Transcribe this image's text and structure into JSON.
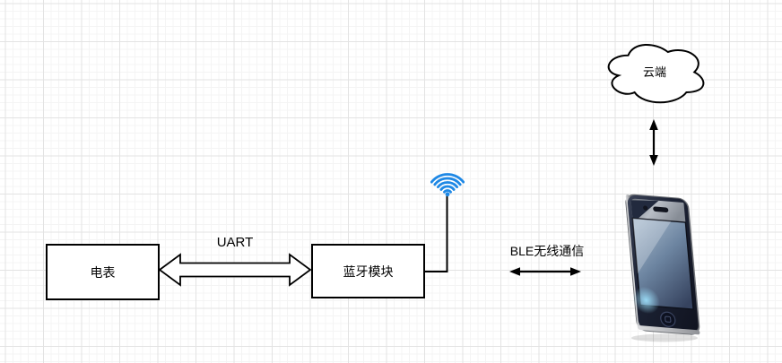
{
  "canvas": {
    "background_color": "#ffffff",
    "grid_minor_color": "#f4f4f4",
    "grid_major_color": "#e3e3e3"
  },
  "nodes": {
    "meter": {
      "label": "电表"
    },
    "bluetooth_module": {
      "label": "蓝牙模块"
    },
    "cloud": {
      "label": "云端"
    }
  },
  "edges": {
    "uart": {
      "label": "UART"
    },
    "ble": {
      "label": "BLE无线通信"
    }
  },
  "icons": {
    "wifi": {
      "name": "wifi-icon",
      "color": "#1e88e5"
    },
    "smartphone": {
      "name": "smartphone-image"
    }
  },
  "colors": {
    "shape_stroke": "#000000",
    "shape_fill": "#ffffff",
    "wifi_blue": "#1e88e5",
    "phone_body": "#1c2234",
    "phone_screen_top": "#a3b6ca",
    "phone_screen_bottom": "#36435f"
  }
}
